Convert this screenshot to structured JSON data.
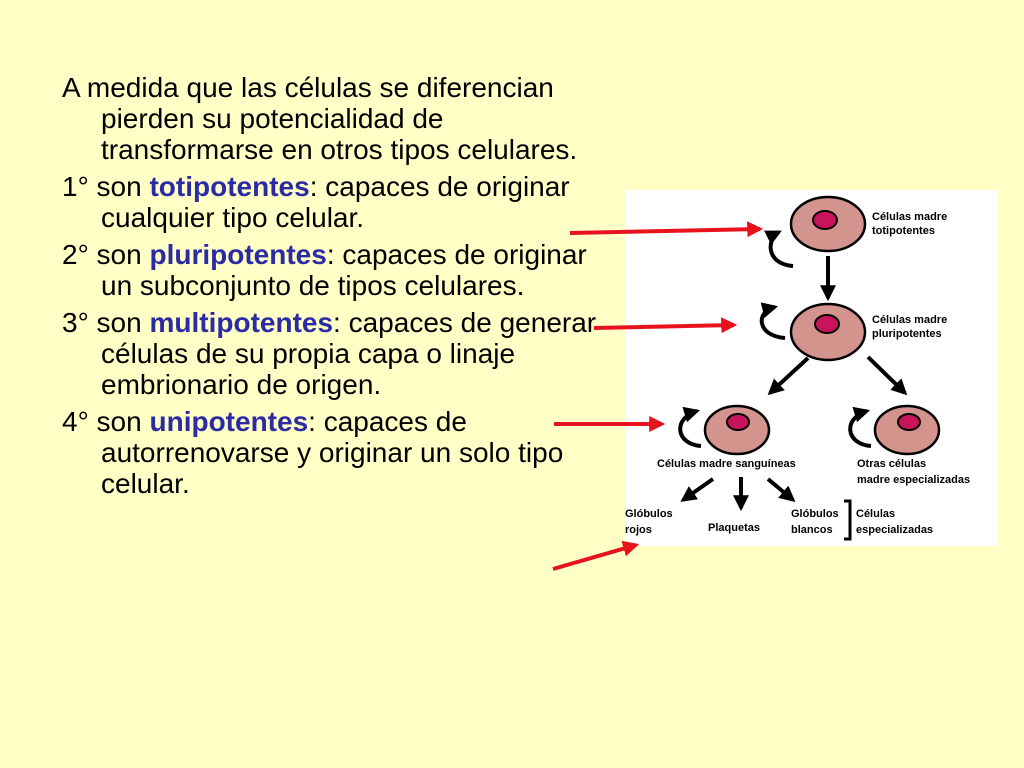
{
  "intro": {
    "text": "A medida que las células se diferencian pierden su potencialidad de transformarse en otros tipos celulares."
  },
  "items": [
    {
      "prefix": "1° son ",
      "term": "totipotentes",
      "suffix": ": capaces de originar cualquier tipo celular."
    },
    {
      "prefix": "2° son ",
      "term": "pluripotentes",
      "suffix": ": capaces de originar un subconjunto de tipos celulares."
    },
    {
      "prefix": "3° son ",
      "term": "multipotentes",
      "suffix": ": capaces de generar células de su propia capa o linaje embrionario de origen."
    },
    {
      "prefix": "4° son ",
      "term": "unipotentes",
      "suffix": ": capaces de autorrenovarse y originar un solo tipo celular."
    }
  ],
  "figure": {
    "labels": {
      "toti_1": "Células madre",
      "toti_2": "totipotentes",
      "pluri_1": "Células madre",
      "pluri_2": "pluripotentes",
      "sang": "Células madre sanguíneas",
      "otras_1": "Otras células",
      "otras_2": "madre especializadas",
      "glob_rojos_1": "Glóbulos",
      "glob_rojos_2": "rojos",
      "plaquetas": "Plaquetas",
      "glob_blancos_1": "Glóbulos",
      "glob_blancos_2": "blancos",
      "cel_esp_1": "Células",
      "cel_esp_2": "especializadas"
    }
  },
  "colors": {
    "background": "#FFFFC6",
    "term": "#2B2BA6",
    "arrow_pointer": "#E8121C",
    "cell_body": "#D4948E",
    "cell_nucleus": "#C8145A"
  }
}
